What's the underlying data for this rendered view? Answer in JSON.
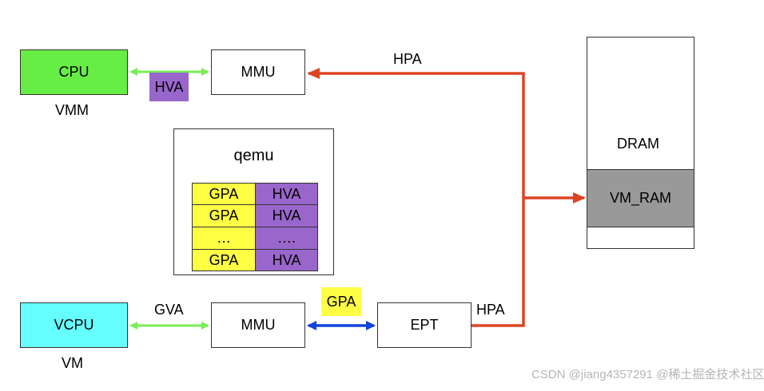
{
  "colors": {
    "cpu": "#66ee44",
    "vcpu": "#66ffff",
    "hva": "#9966cc",
    "gpa": "#ffff44",
    "vm_ram": "#999999",
    "green_arrow": "#77ee55",
    "blue_arrow": "#1144dd",
    "red_arrow": "#dd4422"
  },
  "top": {
    "cpu_label": "CPU",
    "vmm_label": "VMM",
    "hva_tag": "HVA",
    "mmu_label": "MMU",
    "hpa_label": "HPA"
  },
  "qemu": {
    "title": "qemu",
    "table": [
      [
        "GPA",
        "HVA"
      ],
      [
        "GPA",
        "HVA"
      ],
      [
        "…",
        "…."
      ],
      [
        "GPA",
        "HVA"
      ]
    ]
  },
  "bottom": {
    "vcpu_label": "VCPU",
    "vm_label": "VM",
    "gva_label": "GVA",
    "mmu_label": "MMU",
    "gpa_tag": "GPA",
    "ept_label": "EPT",
    "hpa_label": "HPA"
  },
  "memory": {
    "dram_label": "DRAM",
    "vm_ram_label": "VM_RAM"
  },
  "watermark": "CSDN @jiang4357291 @稀土掘金技术社区"
}
